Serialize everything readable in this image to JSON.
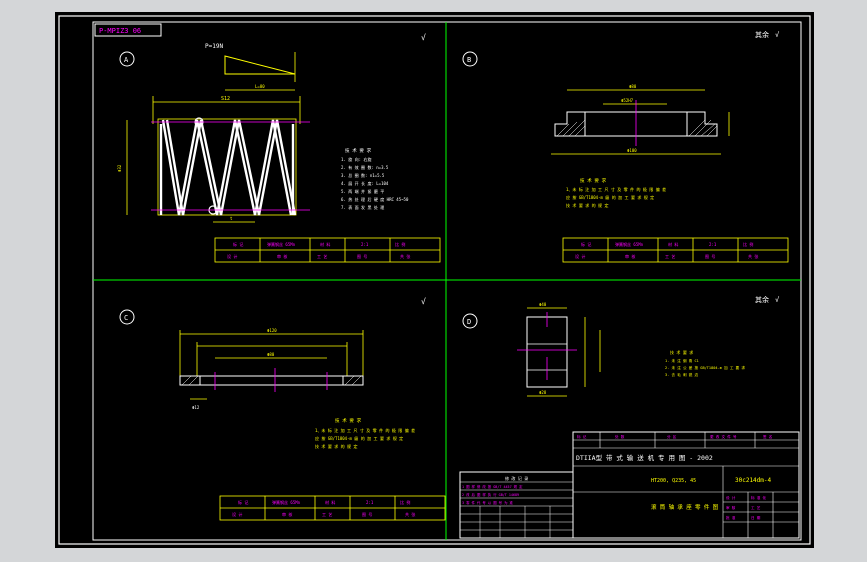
{
  "viewer": {
    "background": "#d4d6d8"
  },
  "colors": {
    "frame": "#ffffff",
    "grid": "#00ff00",
    "dim": "#ffff00",
    "center": "#ff00ff",
    "note": "#ffff00",
    "table": "#ffff00"
  },
  "top_tag": "P-MPIZ3 06",
  "top_right_stamp": "其余",
  "views": [
    {
      "id": "A"
    },
    {
      "id": "B"
    },
    {
      "id": "C"
    },
    {
      "id": "D"
    }
  ],
  "spring": {
    "load_label": "P=19N",
    "free_length_label": "S12",
    "notes_title": "技 术 要 求",
    "notes": [
      "1. 旋 向: 右旋",
      "2. 有 效 圈 数: n=3.5",
      "3. 总 圈 数: n1=5.5",
      "4. 展 开 长 度: L=104",
      "5. 两 端 并 紧 磨 平",
      "6. 热 处 理 后 硬 度 HRC 45~50",
      "7. 表 面 发 黑 处 理"
    ]
  },
  "tech_req_b": {
    "title": "技 术 要 求",
    "lines": [
      "1、未 标 注 加 工 尺 寸 及 零 件 的 极 限 偏 差",
      "   应 按 GB/T1804-m 级 的 加 工 要 求 规 定",
      "   技 术 要 求 的 规 定"
    ]
  },
  "tech_req_c": {
    "title": "技 术 要 求",
    "lines": [
      "1、未 标 注 加 工 尺 寸 及 零 件 的 极 限 偏 差",
      "   应 按 GB/T1804-m 级 的 加 工 要 求 规 定",
      "   技 术 要 求 的 规 定"
    ]
  },
  "tech_req_d": {
    "title": "技 术 要 求",
    "lines": [
      "1. 未 注 倒 角 C1",
      "2. 未 注 公 差 按 GB/T1804-m 加 工 要 求",
      "3. 去 毛 刺 锐 边"
    ]
  },
  "small_table": {
    "row1": [
      "标 记",
      "弹簧钢丝 65Mn",
      "材 料",
      "2:1",
      "比 例"
    ],
    "row2": [
      "设 计",
      "审 核",
      "工 艺",
      "图 号",
      "共 张"
    ]
  },
  "title_block": {
    "project": "DTIIA型 带 式 输 送 机 专 用 图 - 2002",
    "material_spec": "HT200, Q235, 45",
    "drawing_no": "30c214dm-4",
    "drawing_name": "滚 筒 轴 承 座 零 件 图",
    "header": [
      "标 记",
      "处 数",
      "分 区",
      "更 改 文 件 号",
      "签 名"
    ],
    "rows": [
      [
        "设 计",
        "",
        "标 准 化",
        "",
        ""
      ],
      [
        "审 核",
        "",
        "工 艺",
        "",
        ""
      ],
      [
        "批 准",
        "",
        "日 期",
        "",
        ""
      ]
    ]
  },
  "change_table": {
    "title": "修 改 记 录",
    "lines": [
      "1  图 样 修 改 按 GB/T 4457 规 定",
      "2  改 后 图 样 执 行 GB/T 14689",
      "3  零 件 代 号 以 图 号 为 准"
    ]
  }
}
